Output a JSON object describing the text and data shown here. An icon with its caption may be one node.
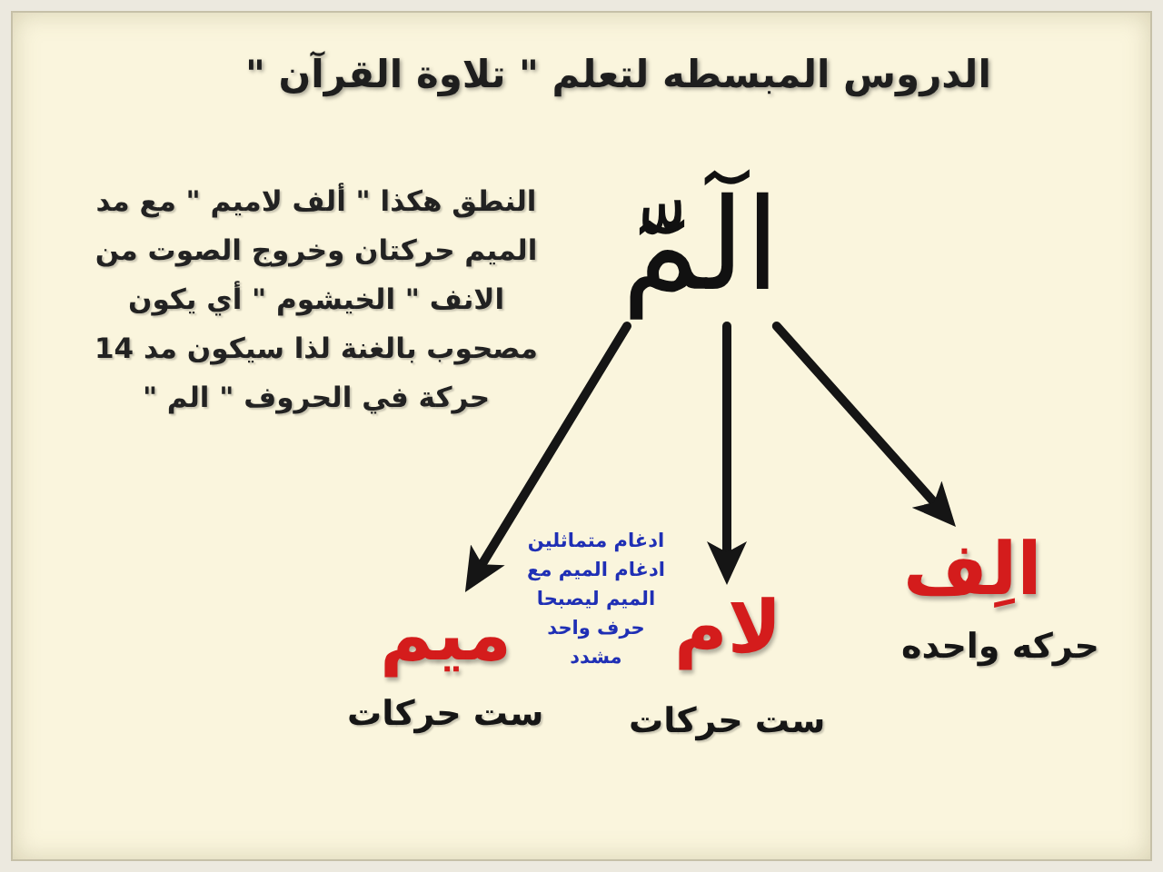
{
  "diagram": {
    "title": "الدروس المبسطه لتعلم \" تلاوة القرآن \"",
    "nodes": [
      {
        "text": [
          "الٓمّٓ"
        ]
      },
      {
        "text": [
          "الِف"
        ],
        "beside": [
          "حركه واحده"
        ]
      },
      {
        "text": [
          "لام"
        ],
        "beside": [
          "ست حركات"
        ]
      },
      {
        "text": [
          "ميم"
        ],
        "beside": [
          "ست حركات"
        ]
      }
    ],
    "edges": [
      {
        "from": 0,
        "to": 1,
        "arrow": "to"
      },
      {
        "from": 0,
        "to": 2,
        "arrow": "to"
      },
      {
        "from": 0,
        "to": 3,
        "arrow": "to"
      }
    ],
    "labels": [
      "النطق هكذا \" ألف لاميم \" مع مد الميم حركتان وخروج الصوت من الانف \" الخيشوم \" أي يكون مصحوب بالغنة لذا سيكون مد 14 حركة في الحروف \" الم \"",
      "ادغام متماثلين ادغام الميم مع الميم ليصبحا حرف واحد مشدد"
    ]
  }
}
